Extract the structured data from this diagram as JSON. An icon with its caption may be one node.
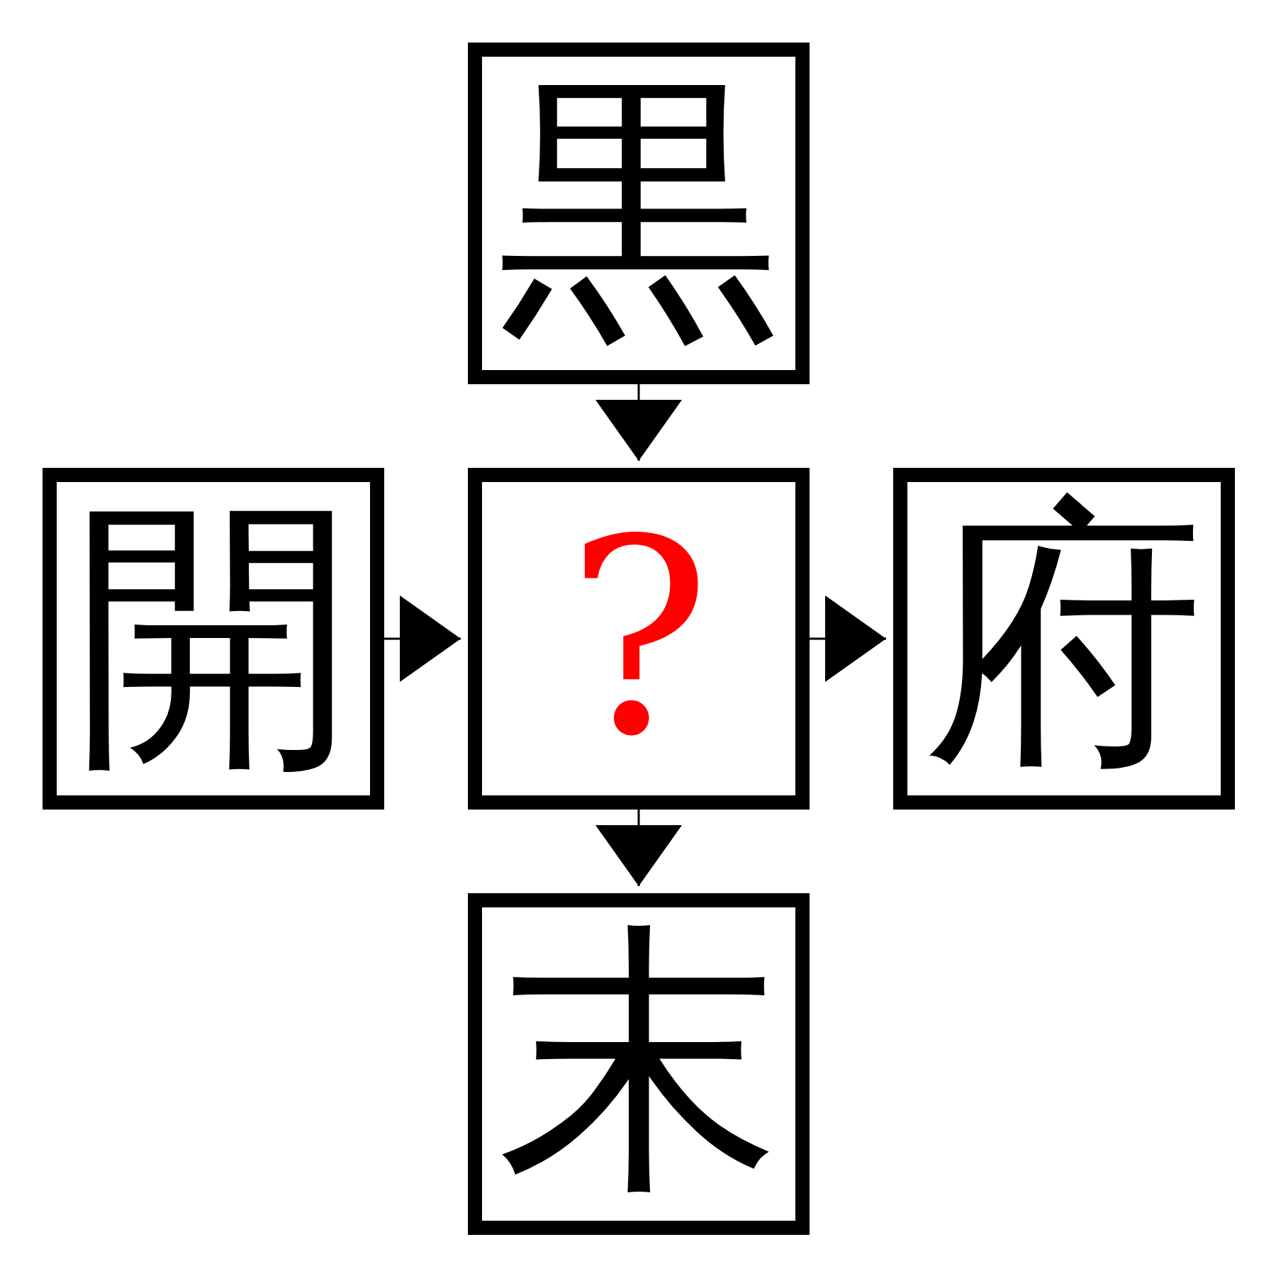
{
  "diagram": {
    "nodes": [
      {
        "text": [
          "黒"
        ]
      },
      {
        "text": [
          "開"
        ]
      },
      {
        "text": [
          "?"
        ]
      },
      {
        "text": [
          "府"
        ]
      },
      {
        "text": [
          "末"
        ]
      }
    ],
    "edges": [
      {
        "from": 0,
        "to": 2,
        "arrow": "to"
      },
      {
        "from": 1,
        "to": 2,
        "arrow": "to"
      },
      {
        "from": 2,
        "to": 3,
        "arrow": "to"
      },
      {
        "from": 2,
        "to": 4,
        "arrow": "to"
      }
    ]
  }
}
